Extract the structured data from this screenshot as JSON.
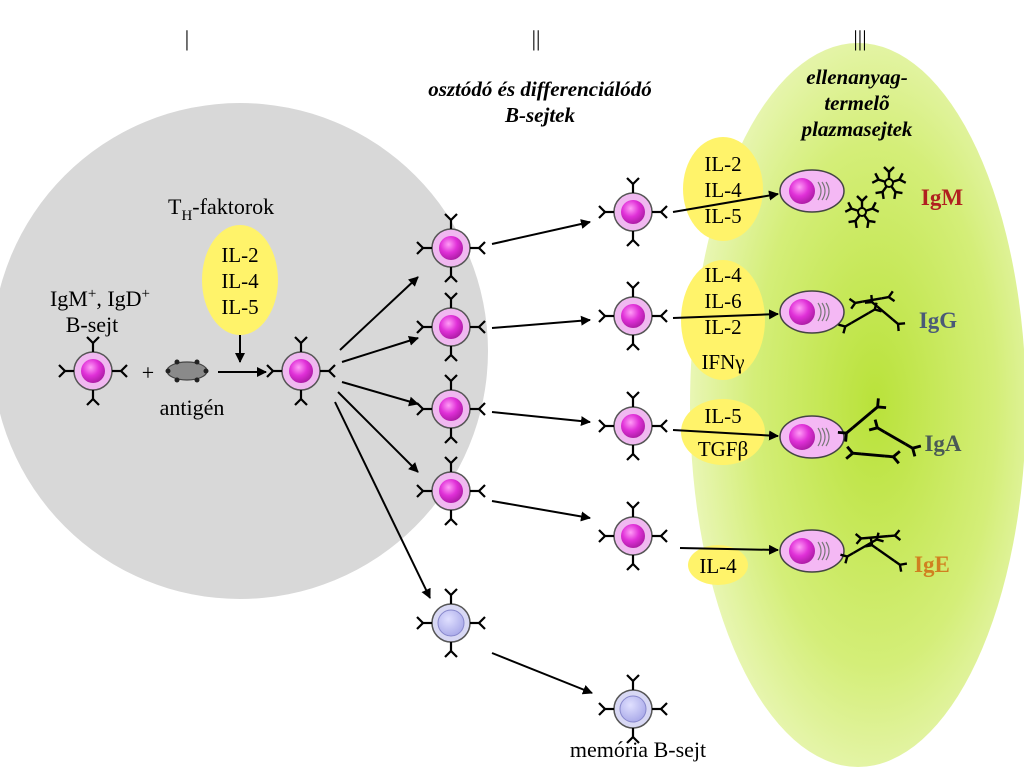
{
  "stages": [
    "|",
    "||",
    "|||"
  ],
  "stage2_title": [
    "osztódó és differenciálódó",
    "B-sejtek"
  ],
  "stage3_title": [
    "ellenanyag-",
    "termelõ",
    "plazmasejtek"
  ],
  "th_label": {
    "main": "T",
    "sub": "H",
    "rest": "-faktorok"
  },
  "th_cytokines": [
    "IL-2",
    "IL-4",
    "IL-5"
  ],
  "bcell_label": {
    "line1a": "IgM",
    "sup1": "+",
    "line1b": ", IgD",
    "sup2": "+",
    "line2": "B-sejt"
  },
  "plus_sign": "+",
  "antigen_label": "antigén",
  "memory_label": "memória B-sejt",
  "branches": [
    {
      "cytokines": [
        "IL-2",
        "IL-4",
        "IL-5"
      ],
      "antibody": "IgM",
      "color": "#b02020"
    },
    {
      "cytokines": [
        "IL-4",
        "IL-6",
        "IL-2",
        "IFNγ"
      ],
      "antibody": "IgG",
      "color": "#4a5a78"
    },
    {
      "cytokines": [
        "IL-5",
        "TGFβ"
      ],
      "antibody": "IgA",
      "color": "#4a5a55"
    },
    {
      "cytokines": [
        "IL-4"
      ],
      "antibody": "IgE",
      "color": "#d08020"
    }
  ],
  "colors": {
    "gray_region": "#d8d8d8",
    "green_region": "#d6ef7a",
    "cytokine_yellow": "#fff36a",
    "cell_pink": "#e898e8",
    "nucleus_magenta": "#e030d8",
    "memory_blue": "#b8b8ec"
  }
}
